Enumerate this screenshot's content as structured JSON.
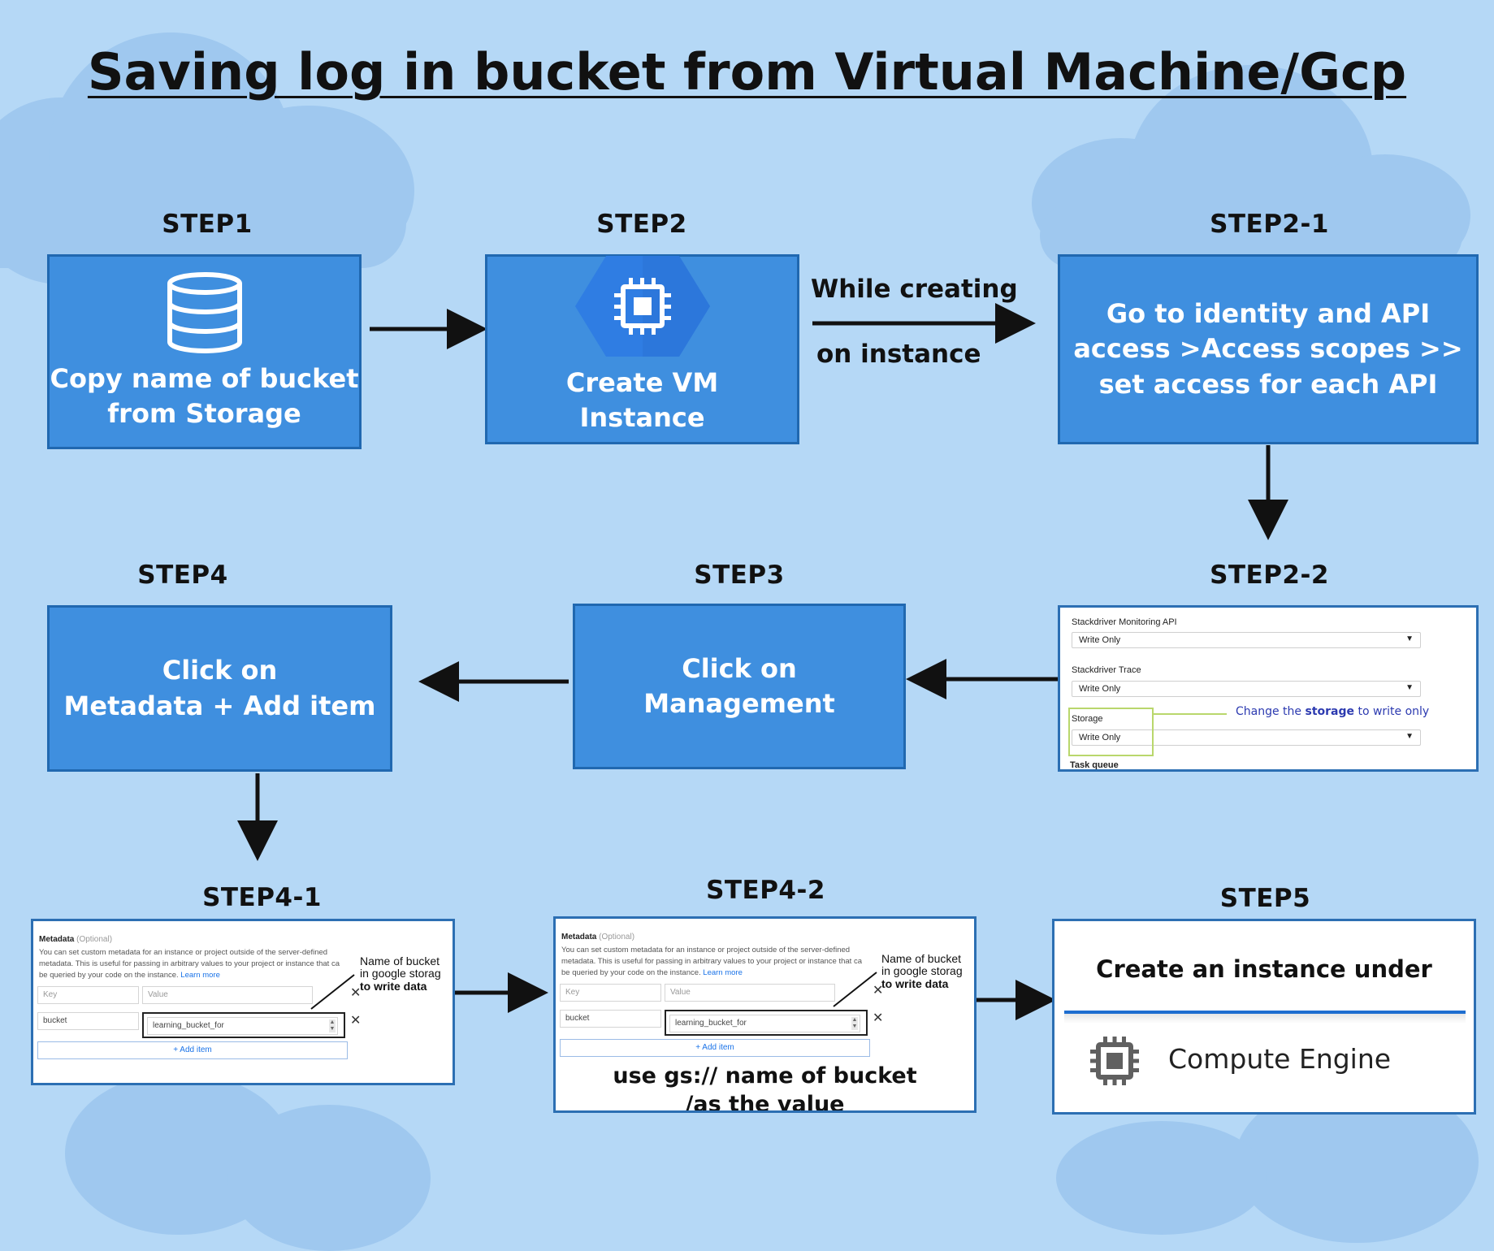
{
  "title": "Saving log  in bucket from Virtual Machine/Gcp",
  "colors": {
    "box_fill": "#3f8fdf",
    "box_border": "#2068b0",
    "background": "#b5d8f6",
    "arrow": "#111111"
  },
  "steps": {
    "step1": {
      "label": "STEP1",
      "icon": "database-icon",
      "text": [
        "Copy name of bucket",
        "from Storage"
      ]
    },
    "step2": {
      "label": "STEP2",
      "icon": "compute-engine-chip-icon",
      "text": [
        "Create VM",
        "Instance"
      ]
    },
    "step2_1": {
      "label": "STEP2-1",
      "text": [
        "Go to identity and API",
        "access >Access scopes >>",
        "set access for each API"
      ]
    },
    "step2_2": {
      "label": "STEP2-2",
      "rows": [
        {
          "label": "Stackdriver Monitoring API",
          "value": "Write Only"
        },
        {
          "label": "Stackdriver Trace",
          "value": "Write Only"
        },
        {
          "label": "Storage",
          "value": "Write Only"
        },
        {
          "label": "Task queue",
          "value": ""
        }
      ],
      "annotation": {
        "pre": "Change the ",
        "bold": "storage",
        "post": " to write only"
      }
    },
    "step3": {
      "label": "STEP3",
      "text": [
        "Click on",
        "Management"
      ]
    },
    "step4": {
      "label": "STEP4",
      "text": [
        "Click on",
        "Metadata + Add item"
      ]
    },
    "step4_1": {
      "label": "STEP4-1",
      "meta_title": "Metadata",
      "meta_optional": "(Optional)",
      "meta_desc": [
        "You can set custom metadata for an instance or project outside of the server-defined",
        "metadata. This is useful for passing in arbitrary values to your project or instance that ca",
        "be queried by your code on the instance."
      ],
      "learn_more": "Learn more",
      "key_placeholder": "Key",
      "value_placeholder": "Value",
      "key": "bucket",
      "value": "learning_bucket_for",
      "add_item": "+ Add item",
      "annotation": [
        "Name of bucket",
        "in google storag",
        "to write data"
      ]
    },
    "step4_2": {
      "label": "STEP4-2",
      "meta_title": "Metadata",
      "meta_optional": "(Optional)",
      "meta_desc": [
        "You can set custom metadata for an instance or project outside of the server-defined",
        "metadata. This is useful for passing in arbitrary values to your project or instance that ca",
        "be queried by your code on the instance."
      ],
      "learn_more": "Learn more",
      "key_placeholder": "Key",
      "value_placeholder": "Value",
      "key": "bucket",
      "value": "learning_bucket_for",
      "add_item": "+ Add item",
      "annotation": [
        "Name of bucket",
        "in google storag",
        "to write data"
      ],
      "note": [
        "use gs:// name of bucket",
        "/as the value"
      ]
    },
    "step5": {
      "label": "STEP5",
      "heading": "Create an instance under",
      "product": "Compute Engine",
      "icon": "compute-engine-chip-icon"
    }
  },
  "arrow_labels": {
    "top": "While creating",
    "bottom": "on instance"
  }
}
